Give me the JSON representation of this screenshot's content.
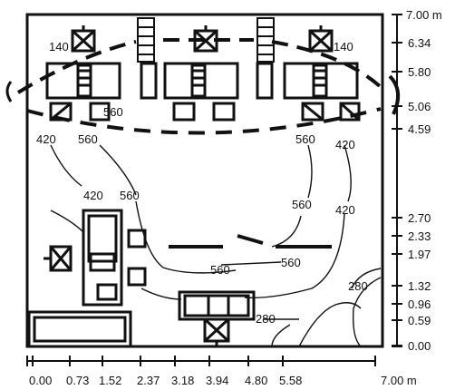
{
  "contour_labels": {
    "c140_left": "140",
    "c140_right": "140",
    "c560_top": "560",
    "c420_left": "420",
    "c560_left": "560",
    "c560_right_top": "560",
    "c420_right_top": "420",
    "c420_mid": "420",
    "c560_mid": "560",
    "c560_right_mid": "560",
    "c420_right_mid": "420",
    "c560_bottom_a": "560",
    "c560_bottom_b": "560",
    "c280_right": "280",
    "c280_bottom": "280"
  },
  "right_axis": {
    "unit_label": "7.00 m",
    "ticks": [
      "6.34",
      "5.80",
      "5.06",
      "4.59",
      "2.70",
      "2.33",
      "1.97",
      "1.32",
      "0.96",
      "0.59",
      "0.00"
    ]
  },
  "bottom_axis": {
    "ticks": [
      "0.00",
      "0.73",
      "1.52",
      "2.37",
      "3.18",
      "3.94",
      "4.80",
      "5.58"
    ],
    "end_label": "7.00 m"
  }
}
